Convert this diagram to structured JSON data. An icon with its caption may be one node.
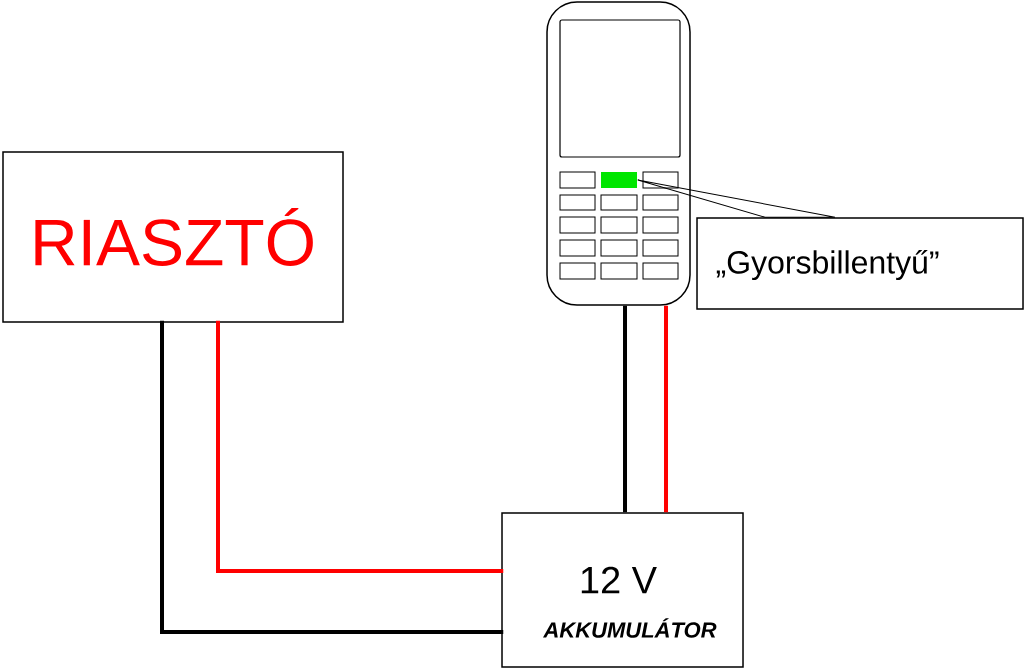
{
  "diagram": {
    "nodes": [
      {
        "text": [
          "RIASZTÓ"
        ]
      },
      {
        "text": [],
        "shape": "picture"
      },
      {
        "text": [],
        "shape": "box",
        "in": 1
      },
      {
        "text": [
          "„Gyorsbillentyű”"
        ]
      },
      {
        "text": [
          "12 V",
          "AKKUMULÁTOR"
        ]
      }
    ],
    "edges": [
      {
        "from": 0,
        "to": 4,
        "arrow": "none",
        "color": "#ff0000"
      },
      {
        "from": 0,
        "to": 4,
        "arrow": "none",
        "color": "#000000"
      },
      {
        "from": 1,
        "to": 4,
        "arrow": "none",
        "color": "#000000"
      },
      {
        "from": 1,
        "to": 4,
        "arrow": "none",
        "color": "#ff0000"
      },
      {
        "from": 3,
        "to": 2,
        "arrow": "none"
      }
    ]
  }
}
